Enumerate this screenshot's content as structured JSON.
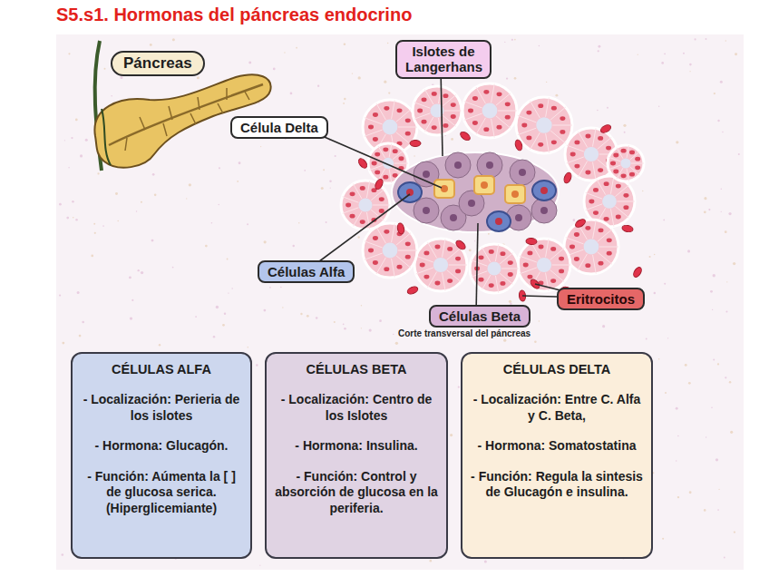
{
  "diagram": {
    "title": "S5.s1. Hormonas del páncreas endocrino",
    "nodes": [
      {
        "text": [
          "Páncreas"
        ]
      },
      {
        "text": [
          "Islotes de Langerhans"
        ]
      },
      {
        "text": [
          "Célula Delta"
        ]
      },
      {
        "text": [
          "Células Alfa"
        ]
      },
      {
        "text": [
          "Eritrocitos"
        ]
      },
      {
        "text": [
          "Células Beta"
        ]
      },
      {
        "text": [
          "CÉLULAS ALFA",
          "- Localización: Perieria de los islotes",
          "- Hormona: Glucagón.",
          "- Función: Aúmenta la [ ] de glucosa serica. (Hiperglicemiante)"
        ]
      },
      {
        "text": [
          "CÉLULAS BETA",
          "- Localización: Centro de los Islotes",
          "- Hormona: Insulina.",
          "- Función: Control y absorción de glucosa en la periferia."
        ]
      },
      {
        "text": [
          "CÉLULAS DELTA",
          "- Localización: Entre C. Alfa y C. Beta,",
          "- Hormona: Somatostatina",
          "- Función: Regula la sintesis de Glucagón e insulina."
        ]
      }
    ],
    "labels": [
      "Corte transversal del páncreas"
    ]
  }
}
